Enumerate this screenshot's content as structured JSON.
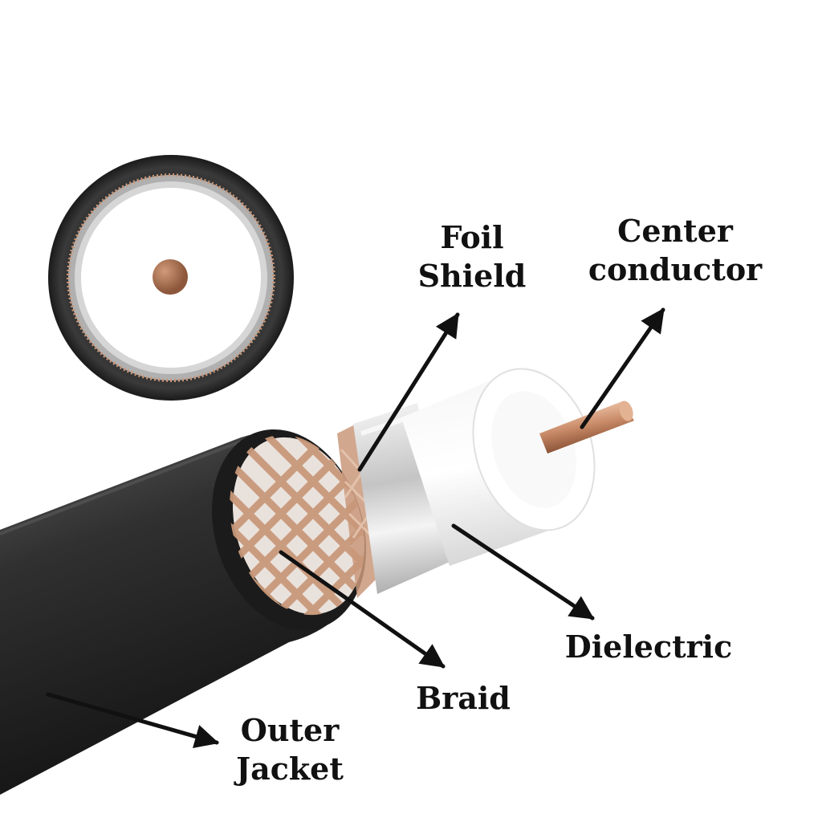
{
  "labels": {
    "foil_shield": {
      "line1": "Foil",
      "line2": "Shield"
    },
    "center_conductor": {
      "line1": "Center",
      "line2": "conductor"
    },
    "dielectric": "Dielectric",
    "braid": "Braid",
    "outer_jacket": {
      "line1": "Outer",
      "line2": "Jacket"
    }
  },
  "colors": {
    "jacket": "#2a2a2a",
    "braid": "#c9987a",
    "foil": "#c8c8c8",
    "dielectric": "#f2f2f2",
    "copper": "#b9785a",
    "arrow": "#111111",
    "text": "#111111"
  }
}
